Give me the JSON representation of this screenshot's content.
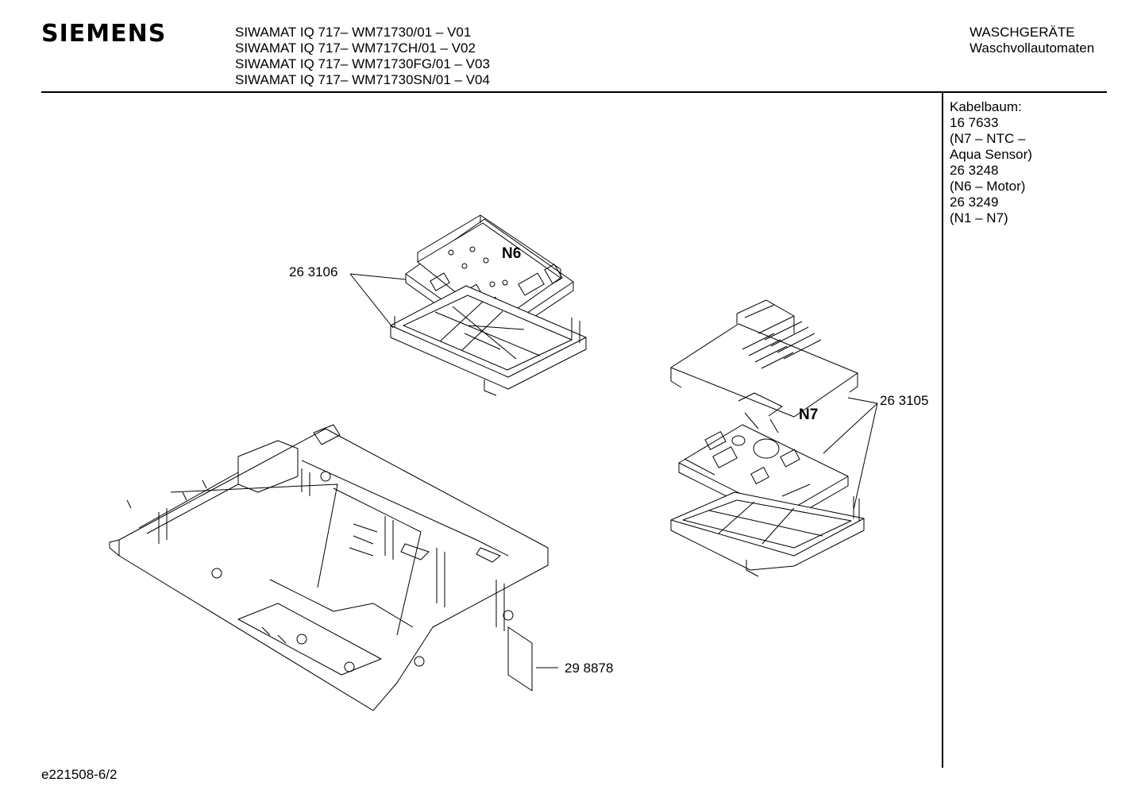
{
  "header": {
    "brand": "SIEMENS",
    "models": [
      "SIWAMAT IQ 717– WM71730/01 – V01",
      "SIWAMAT IQ 717– WM717CH/01 – V02",
      "SIWAMAT IQ 717– WM71730FG/01 – V03",
      "SIWAMAT IQ 717– WM71730SN/01 – V04"
    ],
    "category_line1": "WASCHGERÄTE",
    "category_line2": "Waschvollautomaten"
  },
  "notes": {
    "lines": [
      "Kabelbaum:",
      "16 7633",
      "(N7 – NTC –",
      "Aqua Sensor)",
      "26 3248",
      "(N6 – Motor)",
      "26 3249",
      "(N1 – N7)"
    ]
  },
  "diagram": {
    "part_labels": [
      "26 3106",
      "26 3105",
      "29 8878"
    ],
    "component_labels": [
      "N6",
      "N7"
    ]
  },
  "footer": {
    "code": "e221508-6/2"
  }
}
